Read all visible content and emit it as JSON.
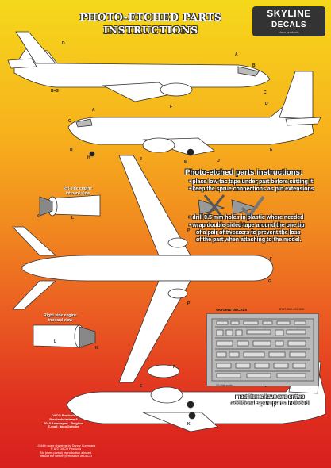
{
  "header": {
    "title_line1": "PHOTO-ETCHED PARTS",
    "title_line2": "INSTRUCTIONS",
    "logo_line1": "SKYLINE",
    "logo_line2": "DECALS",
    "logo_tag": "daco products"
  },
  "instructions": {
    "heading": "Photo-etched parts instructions:",
    "steps": [
      "• place low-tac tape under part before cutting it",
      "• keep the sprue connections as pin extensions"
    ],
    "drill": "• drill 0.5 mm holes in plastic where needed",
    "tape_lines": [
      "• wrap double-sided tape around the one tip",
      "of a pair of tweezers to prevent the loss",
      "of the part when attaching to the model."
    ]
  },
  "engine_labels": {
    "left_1": "left side engine",
    "left_2": "inboard view",
    "right_1": "Right side engine",
    "right_2": "inboard view"
  },
  "callouts": {
    "a": "A",
    "b": "B",
    "c": "C",
    "d": "D",
    "e": "E",
    "f": "F",
    "g": "G",
    "h": "H",
    "j": "J",
    "k": "K",
    "l": "L",
    "m": "M",
    "n": "N",
    "p": "P",
    "bs": "B+S"
  },
  "fret": {
    "brand": "SKYLINE DECALS",
    "code": "B737-300/-400/-500",
    "scale": "1/144th scale"
  },
  "spare_note": [
    "most items have one or two",
    "additional spare parts included"
  ],
  "credits": [
    "DACO Products",
    "Preulenheimlaan 8",
    "2010 Antwerpen - Belgium",
    "E-mail: daco@glo.be",
    "",
    "1/144th scale drawings by Danny Coremans",
    "® & © DACO Products",
    "No (even partial) reproduction allowed",
    "without the written permission of DACO"
  ],
  "colors": {
    "top": "#f5d81b",
    "mid": "#f18a1f",
    "bottom": "#d81f1d",
    "aircraft": "#ffffff",
    "outline": "#333333"
  }
}
